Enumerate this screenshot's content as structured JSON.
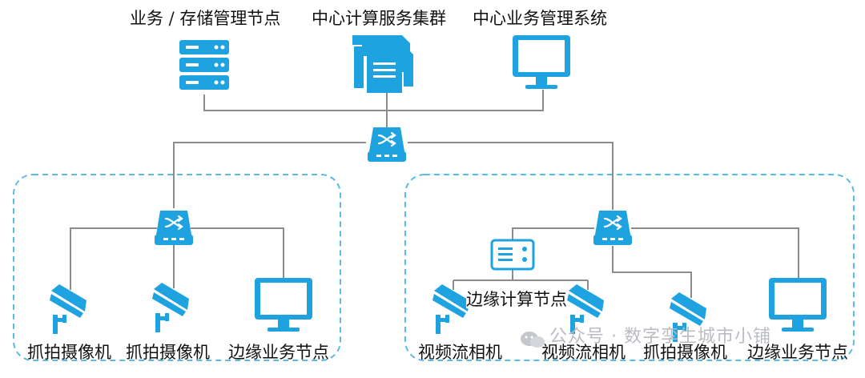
{
  "colors": {
    "accent": "#1fa3e0",
    "line": "#8c8c8c",
    "boundary": "#5bbbe6"
  },
  "top": {
    "storage_node": "业务 / 存储管理节点",
    "compute_cluster": "中心计算服务集群",
    "mgmt_system": "中心业务管理系统"
  },
  "left_group": {
    "camera_1": "抓拍摄像机",
    "camera_2": "抓拍摄像机",
    "edge_node": "边缘业务节点"
  },
  "right_group": {
    "edge_compute": "边缘计算节点",
    "stream_cam_1": "视频流相机",
    "stream_cam_2": "视频流相机",
    "camera_3": "抓拍摄像机",
    "edge_node": "边缘业务节点"
  },
  "watermark": "公众号 · 数字孪生城市小铺"
}
